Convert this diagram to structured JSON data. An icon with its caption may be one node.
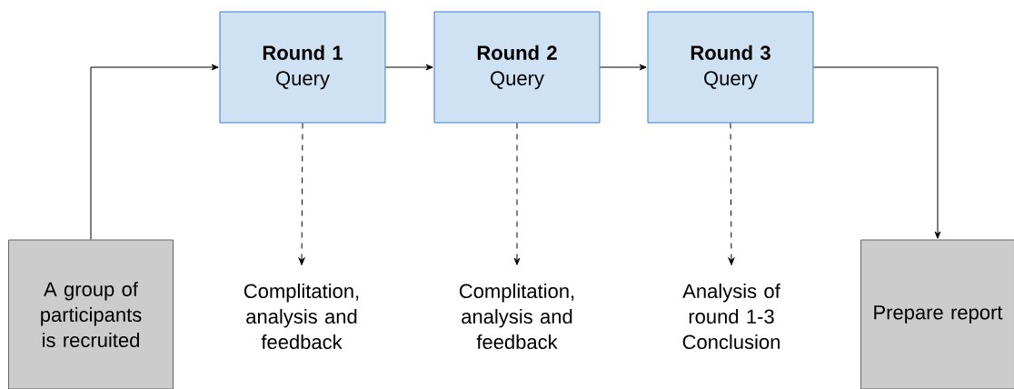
{
  "diagram": {
    "nodes": [
      {
        "text": [
          "A group of participants is recruited"
        ]
      },
      {
        "text": [
          "Round 1",
          "Query"
        ]
      },
      {
        "text": [
          "Round 2",
          "Query"
        ]
      },
      {
        "text": [
          "Round 3",
          "Query"
        ]
      },
      {
        "text": [
          "Complitation, analysis and feedback"
        ]
      },
      {
        "text": [
          "Complitation, analysis and feedback"
        ]
      },
      {
        "text": [
          "Analysis of round 1-3 Conclusion"
        ]
      },
      {
        "text": [
          "Prepare report"
        ]
      }
    ],
    "edges": [
      {
        "from": 0,
        "to": 1,
        "arrow": "to"
      },
      {
        "from": 1,
        "to": 2,
        "arrow": "to"
      },
      {
        "from": 2,
        "to": 3,
        "arrow": "to"
      },
      {
        "from": 3,
        "to": 7,
        "arrow": "to"
      },
      {
        "from": 1,
        "to": 4,
        "arrow": "to",
        "style": "dashed"
      },
      {
        "from": 2,
        "to": 5,
        "arrow": "to",
        "style": "dashed"
      },
      {
        "from": 3,
        "to": 6,
        "arrow": "to",
        "style": "dashed"
      }
    ]
  }
}
